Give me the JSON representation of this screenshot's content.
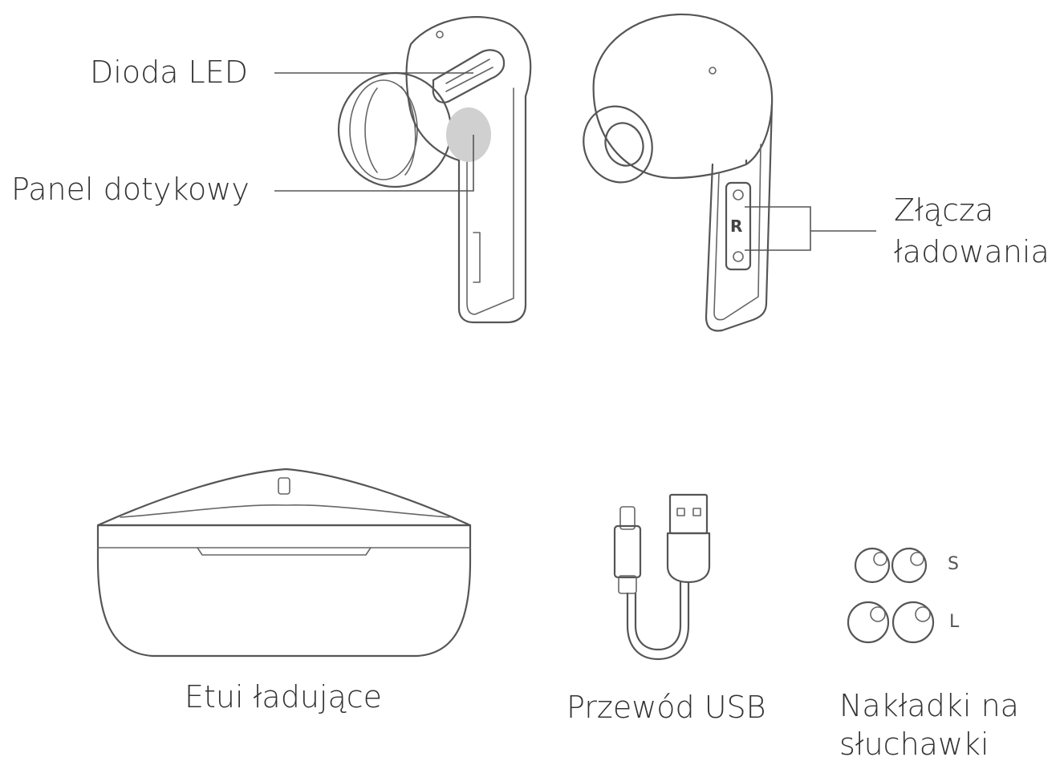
{
  "labels": {
    "led": "Dioda LED",
    "touch": "Panel dotykowy",
    "charging_line1": "Złącza",
    "charging_line2": "ładowania",
    "case": "Etui ładujące",
    "cable": "Przewód USB",
    "tips_line1": "Nakładki na",
    "tips_line2": "słuchawki",
    "size_small": "S",
    "size_large": "L",
    "earbud_side": "R"
  },
  "icons": {
    "left_earbud": "earbud-front-icon",
    "right_earbud": "earbud-back-icon",
    "case": "charging-case-icon",
    "cable": "usb-cable-icon",
    "tips": "ear-tip-icon"
  },
  "colors": {
    "stroke": "#555555",
    "touch_panel": "#d0d0d0",
    "text": "#333333"
  }
}
